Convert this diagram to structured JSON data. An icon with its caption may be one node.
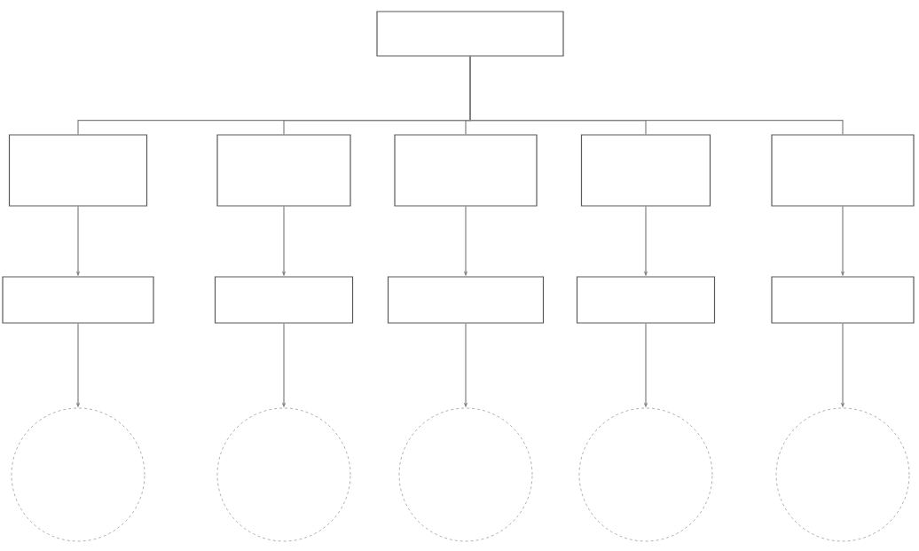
{
  "diagram": {
    "nodes": [
      {
        "text": [],
        "shape": "box"
      },
      {
        "text": [],
        "shape": "box"
      },
      {
        "text": [],
        "shape": "box"
      },
      {
        "text": [],
        "shape": "box"
      },
      {
        "text": [],
        "shape": "box"
      },
      {
        "text": [],
        "shape": "box"
      },
      {
        "text": [],
        "shape": "box"
      },
      {
        "text": [],
        "shape": "box"
      },
      {
        "text": [],
        "shape": "box"
      },
      {
        "text": [],
        "shape": "box"
      },
      {
        "text": [],
        "shape": "box"
      },
      {
        "text": [],
        "shape": "circle"
      },
      {
        "text": [],
        "shape": "circle"
      },
      {
        "text": [],
        "shape": "circle"
      },
      {
        "text": [],
        "shape": "circle"
      },
      {
        "text": [],
        "shape": "circle"
      }
    ],
    "edges": [
      {
        "from": 0,
        "to": 1,
        "arrow": "none"
      },
      {
        "from": 0,
        "to": 2,
        "arrow": "none"
      },
      {
        "from": 0,
        "to": 3,
        "arrow": "none"
      },
      {
        "from": 0,
        "to": 4,
        "arrow": "none"
      },
      {
        "from": 0,
        "to": 5,
        "arrow": "none"
      },
      {
        "from": 1,
        "to": 6,
        "arrow": "to"
      },
      {
        "from": 2,
        "to": 7,
        "arrow": "to"
      },
      {
        "from": 3,
        "to": 8,
        "arrow": "to"
      },
      {
        "from": 4,
        "to": 9,
        "arrow": "to"
      },
      {
        "from": 5,
        "to": 10,
        "arrow": "to"
      },
      {
        "from": 6,
        "to": 11,
        "arrow": "to"
      },
      {
        "from": 7,
        "to": 12,
        "arrow": "to"
      },
      {
        "from": 8,
        "to": 13,
        "arrow": "to"
      },
      {
        "from": 9,
        "to": 14,
        "arrow": "to"
      },
      {
        "from": 10,
        "to": 15,
        "arrow": "to"
      }
    ]
  }
}
